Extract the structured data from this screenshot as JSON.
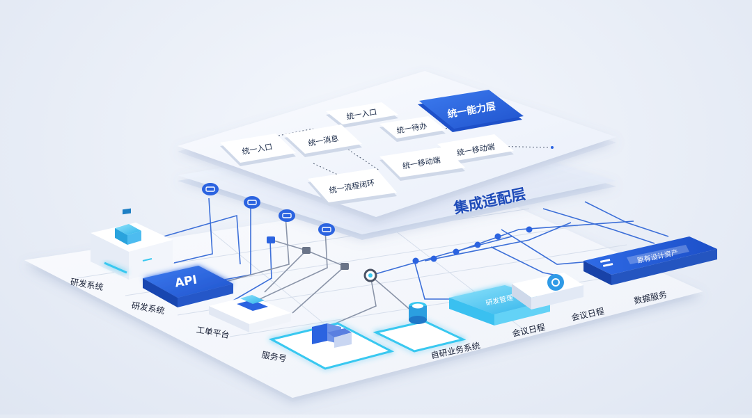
{
  "top_layer": {
    "title": "统一能力层",
    "chips": [
      "统一入口",
      "统一待办",
      "统一入口",
      "统一消息",
      "统一移动端",
      "统一移动端",
      "统一流程闭环"
    ]
  },
  "middle_layer": {
    "title": "集成适配层"
  },
  "bottom_layer": {
    "labels": [
      "研发系统",
      "研发系统",
      "工单平台",
      "服务号",
      "自研业务系统",
      "会议日程",
      "会议日程",
      "数据服务"
    ],
    "api_block": "API",
    "cyan_block": "研发管理",
    "blue_block": "原有设计资产"
  },
  "colors": {
    "accent_blue": "#2b63e0",
    "cyan": "#39c8f0",
    "line_blue": "#3c6fd8",
    "line_gray": "#8a94a8"
  }
}
